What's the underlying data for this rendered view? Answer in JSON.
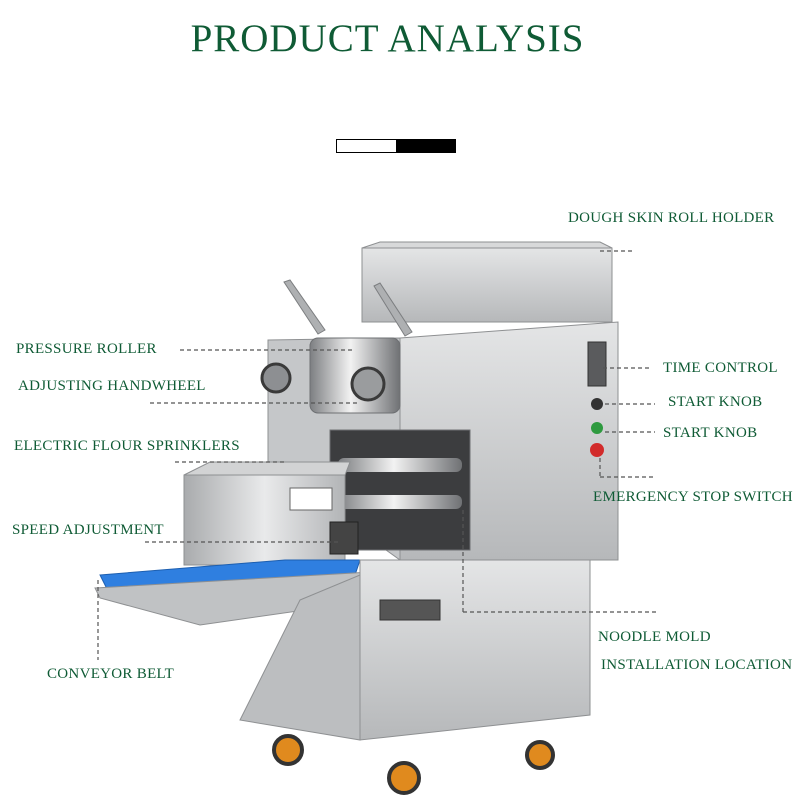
{
  "title": "PRODUCT ANALYSIS",
  "colors": {
    "title": "#0f5b35",
    "label": "#0f5b35",
    "leader": "#555555",
    "steel": "#c9cacb",
    "belt": "#2f7fe0"
  },
  "labels": {
    "dough_skin_roll_holder": "DOUGH SKIN ROLL HOLDER",
    "pressure_roller": "PRESSURE ROLLER",
    "adjusting_handwheel": "ADJUSTING HANDWHEEL",
    "electric_flour_sprinklers": "ELECTRIC FLOUR SPRINKLERS",
    "speed_adjustment": "SPEED ADJUSTMENT",
    "conveyor_belt": "CONVEYOR BELT",
    "time_control": "TIME CONTROL",
    "start_knob_1": "START KNOB",
    "start_knob_2": "START KNOB",
    "emergency_stop_switch": "EMERGENCY STOP SWITCH",
    "noodle_mold": "NOODLE MOLD",
    "installation_location": "INSTALLATION LOCATION"
  }
}
